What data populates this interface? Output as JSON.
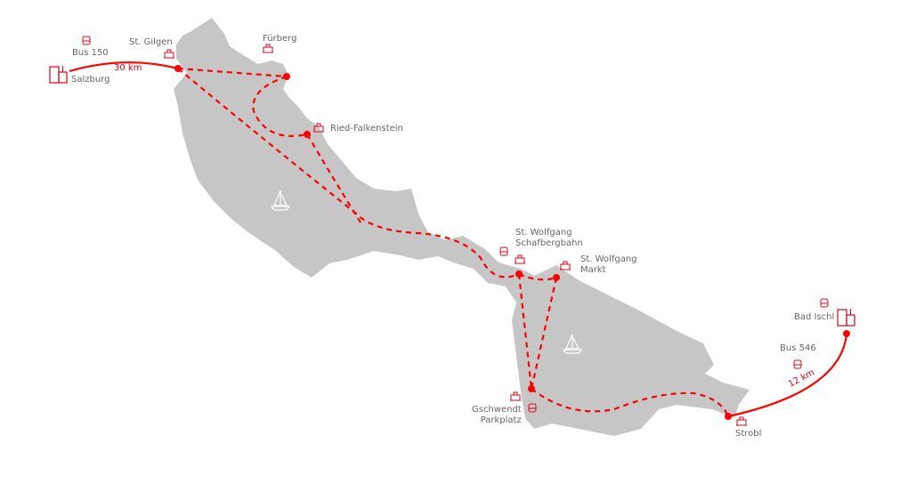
{
  "colors": {
    "route": "#ff0000",
    "lake": "#c6c6c6",
    "label": "#666666"
  },
  "stations": {
    "salzburg": "Salzburg",
    "st_gilgen": "St. Gilgen",
    "fuerberg": "Fürberg",
    "ried": "Ried-Falkenstein",
    "schafberg_1": "St. Wolfgang",
    "schafberg_2": "Schafbergbahn",
    "markt_1": "St. Wolfgang",
    "markt_2": "Markt",
    "gschwendt_1": "Gschwendt",
    "gschwendt_2": "Parkplatz",
    "strobl": "Strobl",
    "bad_ischl": "Bad Ischl"
  },
  "connections": {
    "bus_west": "Bus 150",
    "dist_west": "30 km",
    "bus_east": "Bus 546",
    "dist_east": "12 km"
  },
  "icons": [
    "city-icon",
    "bus-icon",
    "ship-icon",
    "train-icon",
    "car-icon",
    "sailboat-icon"
  ]
}
